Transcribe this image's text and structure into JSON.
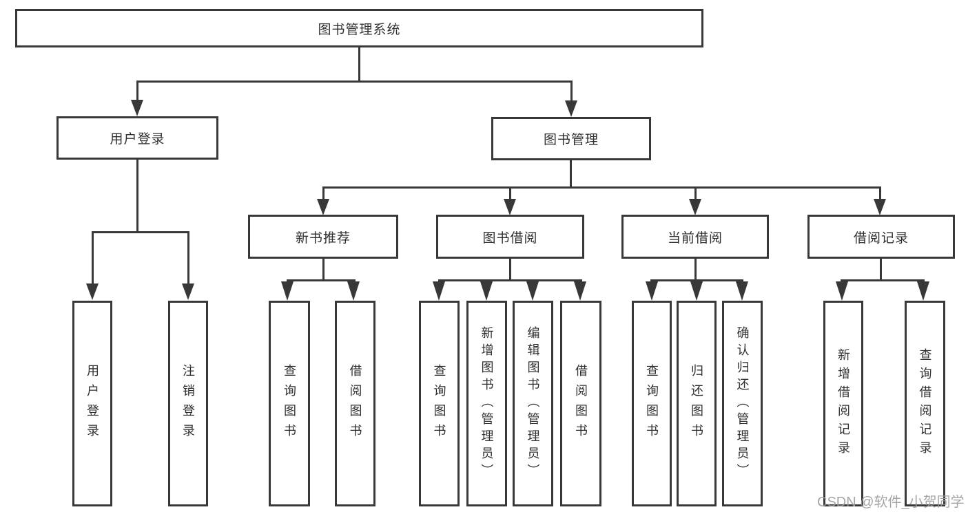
{
  "diagram_type": "hierarchy-tree",
  "colors": {
    "background": "#ffffff",
    "line": "#383838",
    "box_border": "#383838",
    "text": "#303030",
    "watermark": "#9b9b9b"
  },
  "tree": {
    "label": "图书管理系统",
    "children": [
      {
        "label": "用户登录",
        "children": [
          {
            "label": "用户登录"
          },
          {
            "label": "注销登录"
          }
        ]
      },
      {
        "label": "图书管理",
        "children": [
          {
            "label": "新书推荐",
            "children": [
              {
                "label": "查询图书"
              },
              {
                "label": "借阅图书"
              }
            ]
          },
          {
            "label": "图书借阅",
            "children": [
              {
                "label": "查询图书"
              },
              {
                "label": "新增图书（管理员）"
              },
              {
                "label": "编辑图书（管理员）"
              },
              {
                "label": "借阅图书"
              }
            ]
          },
          {
            "label": "当前借阅",
            "children": [
              {
                "label": "查询图书"
              },
              {
                "label": "归还图书"
              },
              {
                "label": "确认归还（管理员）"
              }
            ]
          },
          {
            "label": "借阅记录",
            "children": [
              {
                "label": "新增借阅记录"
              },
              {
                "label": "查询借阅记录"
              }
            ]
          }
        ]
      }
    ]
  },
  "watermark": {
    "text": "CSDN @软件_小贺同学"
  }
}
